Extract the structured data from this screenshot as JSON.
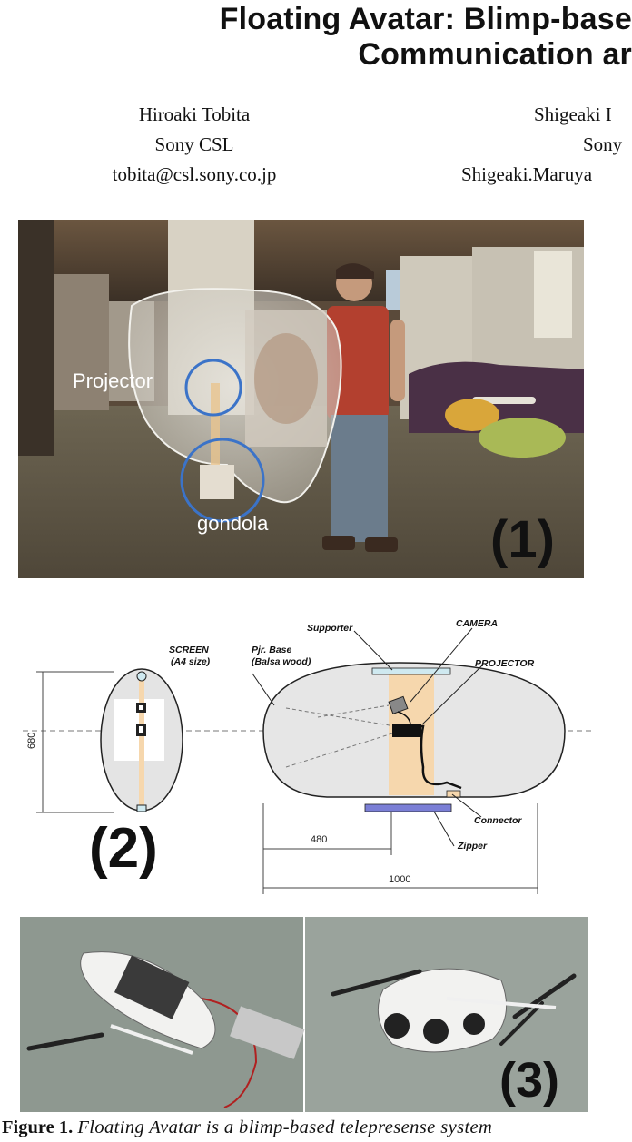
{
  "title": {
    "line1": "Floating Avatar: Blimp-base",
    "line2": "Communication ar"
  },
  "authors": [
    {
      "name": "Hiroaki Tobita",
      "affiliation": "Sony CSL",
      "email": "tobita@csl.sony.co.jp"
    },
    {
      "name": "Shigeaki I",
      "affiliation": "Sony",
      "email": "Shigeaki.Maruya"
    }
  ],
  "figure": {
    "panel1": {
      "label_projector": "Projector",
      "label_gondola": "gondola",
      "panel_number": "(1)"
    },
    "panel2": {
      "panel_number": "(2)",
      "labels": {
        "supporter": "Supporter",
        "camera": "CAMERA",
        "screen": "SCREEN",
        "screen_size": "(A4 size)",
        "pjr_base": "Pjr. Base",
        "balsa": "(Balsa wood)",
        "projector": "PROJECTOR",
        "connector": "Connector",
        "zipper": "Zipper"
      },
      "dimensions": {
        "height": "680",
        "half_width": "480",
        "width": "1000"
      }
    },
    "panel3": {
      "panel_number": "(3)"
    },
    "caption": {
      "label": "Figure 1.",
      "text": "Floating Avatar is a blimp-based telepresense system"
    }
  },
  "colors": {
    "circle_highlight": "#3b73c8",
    "balsa": "#f6d7ad",
    "zipper": "#7b7fd6",
    "supporter": "#cfe9f0"
  }
}
